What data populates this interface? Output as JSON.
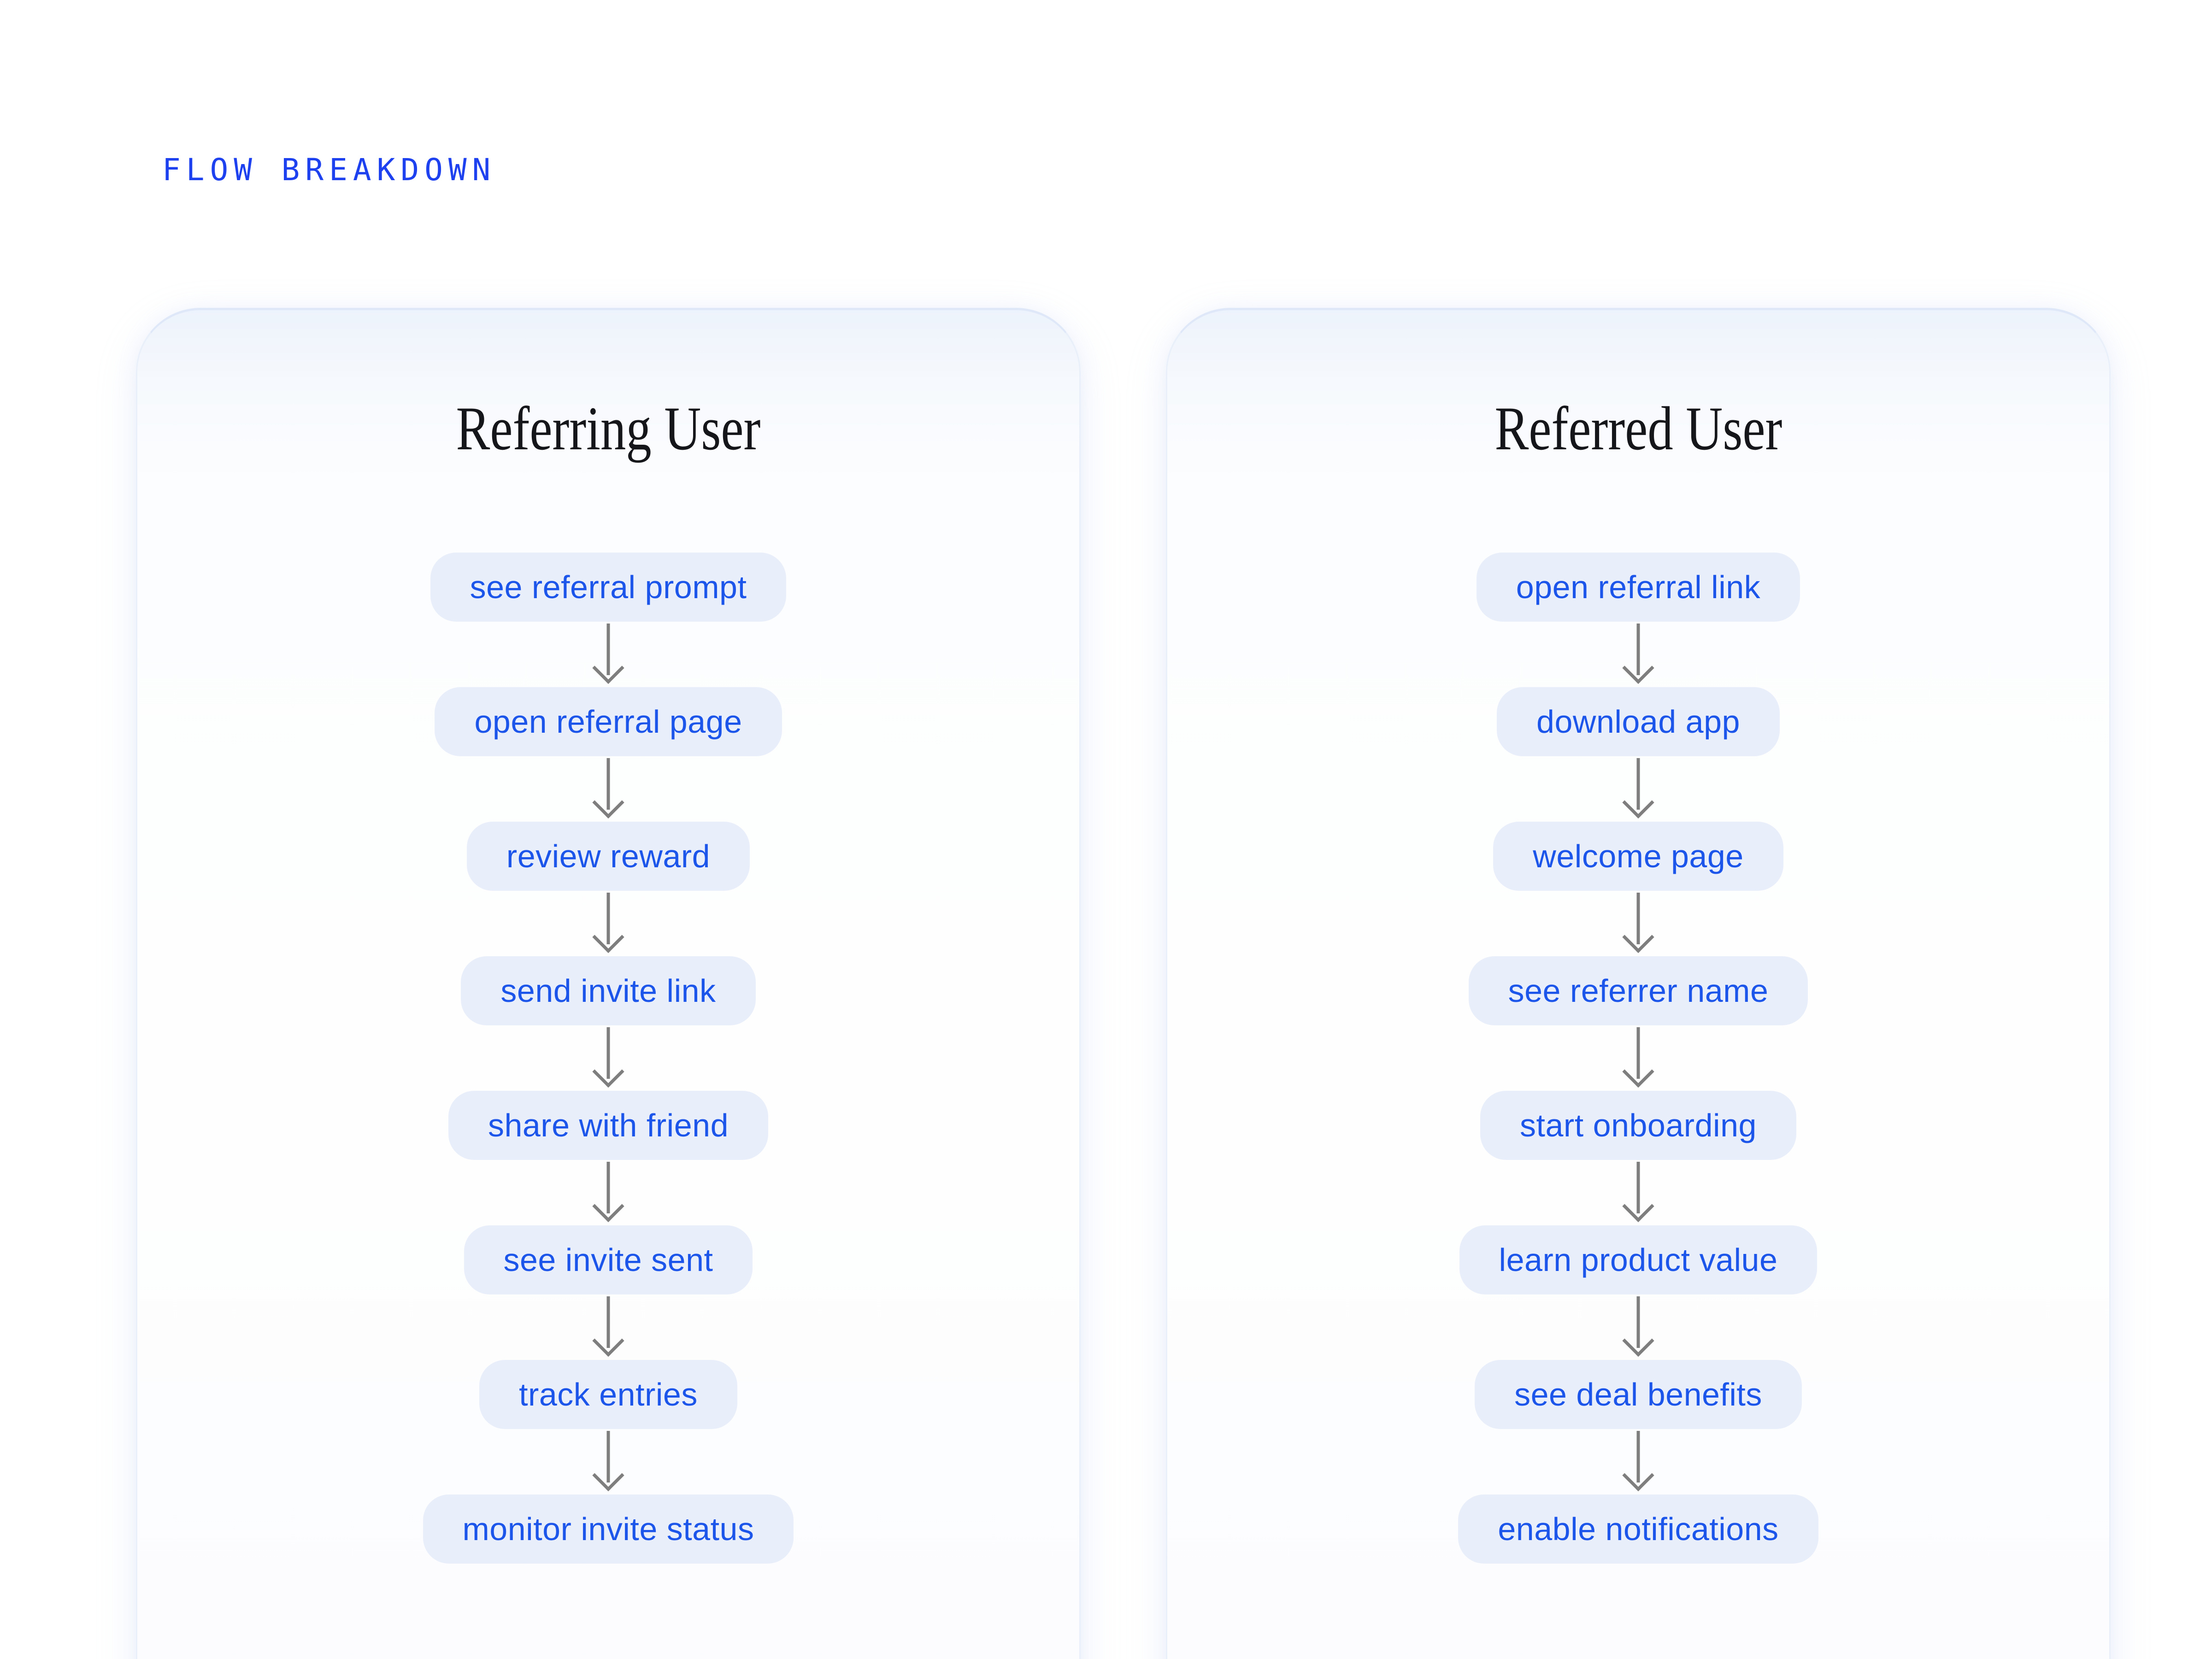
{
  "header": {
    "label": "FLOW BREAKDOWN"
  },
  "colors": {
    "label_blue": "#1e41f0",
    "chip_background": "#e9eefb",
    "chip_text_blue": "#1c55ea",
    "arrow_gray": "#7e7e7e",
    "title_black": "#15161a",
    "card_border": "#dfe8f8",
    "page_background": "#ffffff"
  },
  "icons": {
    "connector": "down-arrow-icon"
  },
  "columns": [
    {
      "title": "Referring User",
      "steps": [
        "see referral prompt",
        "open referral page",
        "review reward",
        "send invite link",
        "share with friend",
        "see invite sent",
        "track entries",
        "monitor invite status"
      ]
    },
    {
      "title": "Referred User",
      "steps": [
        "open referral link",
        "download app",
        "welcome page",
        "see referrer name",
        "start onboarding",
        "learn product value",
        "see deal benefits",
        "enable notifications"
      ]
    }
  ]
}
